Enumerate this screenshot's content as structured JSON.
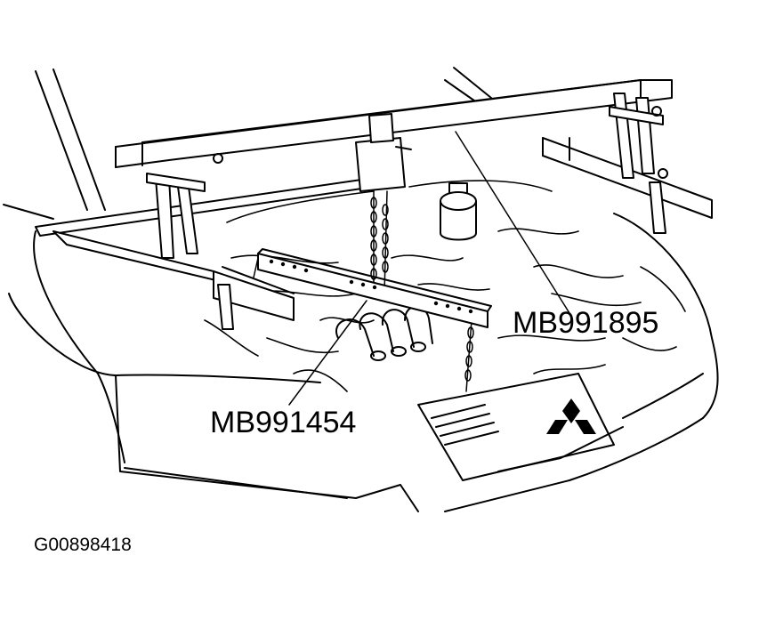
{
  "callouts": {
    "tool_1": "MB991895",
    "tool_2": "MB991454"
  },
  "figure_id": "G00898418",
  "colors": {
    "line": "#000000",
    "background": "#ffffff"
  }
}
